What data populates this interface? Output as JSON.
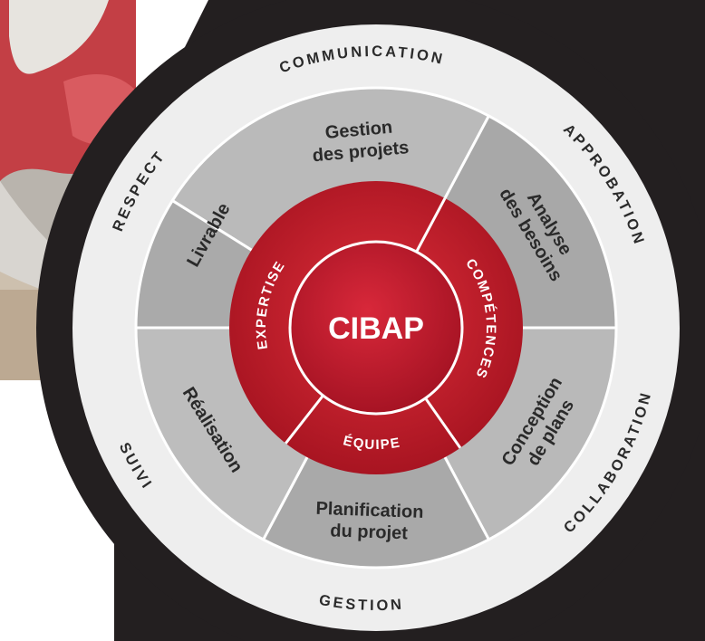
{
  "center": {
    "label": "CIBAP"
  },
  "inner_ring": [
    "COMPÉTENCES",
    "ÉQUIPE",
    "EXPERTISE"
  ],
  "segments": [
    {
      "lines": [
        "Gestion",
        "des projets"
      ]
    },
    {
      "lines": [
        "Analyse",
        "des besoins"
      ]
    },
    {
      "lines": [
        "Conception",
        "de plans"
      ]
    },
    {
      "lines": [
        "Planification",
        "du projet"
      ]
    },
    {
      "lines": [
        "Réalisation"
      ]
    },
    {
      "lines": [
        "Livrable"
      ]
    }
  ],
  "outer_ring": [
    "COMMUNICATION",
    "APPROBATION",
    "COLLABORATION",
    "GESTION",
    "SUIVI",
    "RESPECT"
  ],
  "colors": {
    "dark_backdrop": "#231f20",
    "outer_ring": "#eeeeee",
    "segment_gray": "#b5b5b5",
    "segment_gray_dark": "#a6a6a6",
    "red_ring": "#c8202f",
    "red_ring_dark": "#a3121f"
  }
}
